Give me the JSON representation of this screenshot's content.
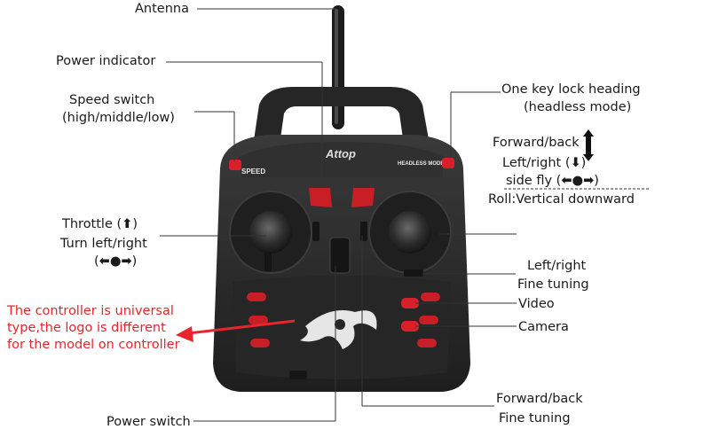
{
  "labels": {
    "antenna": "Antenna",
    "power_indicator": "Power indicator",
    "speed_switch_1": "Speed switch",
    "speed_switch_2": "(high/middle/low)",
    "throttle": "Throttle (",
    "throttle_close": ")",
    "turn": "Turn left/right",
    "turn_open": "(",
    "turn_close": ")",
    "one_key_1": "One key lock heading",
    "one_key_2": "(headless mode)",
    "forward_back": "Forward/back",
    "left_right": "Left/right  (",
    "left_right_close": ")",
    "side_fly": "side fly  (",
    "side_fly_close": ")",
    "roll": "Roll:Vertical downward",
    "lr_fine_1": "Left/right",
    "lr_fine_2": "Fine tuning",
    "video": "Video",
    "camera": "Camera",
    "fb_fine_1": "Forward/back",
    "fb_fine_2": "Fine tuning",
    "power_switch": "Power switch",
    "note_1": "The controller is universal",
    "note_2": "type,the logo is different",
    "note_3": "for the model on controller"
  },
  "controller": {
    "brand_logo": "Attop",
    "speed_text": "SPEED",
    "headless_text": "HEADLESS MODE"
  },
  "colors": {
    "body": "#2b2b2b",
    "accent_red": "#d8202a",
    "note_red": "#e8252b"
  }
}
